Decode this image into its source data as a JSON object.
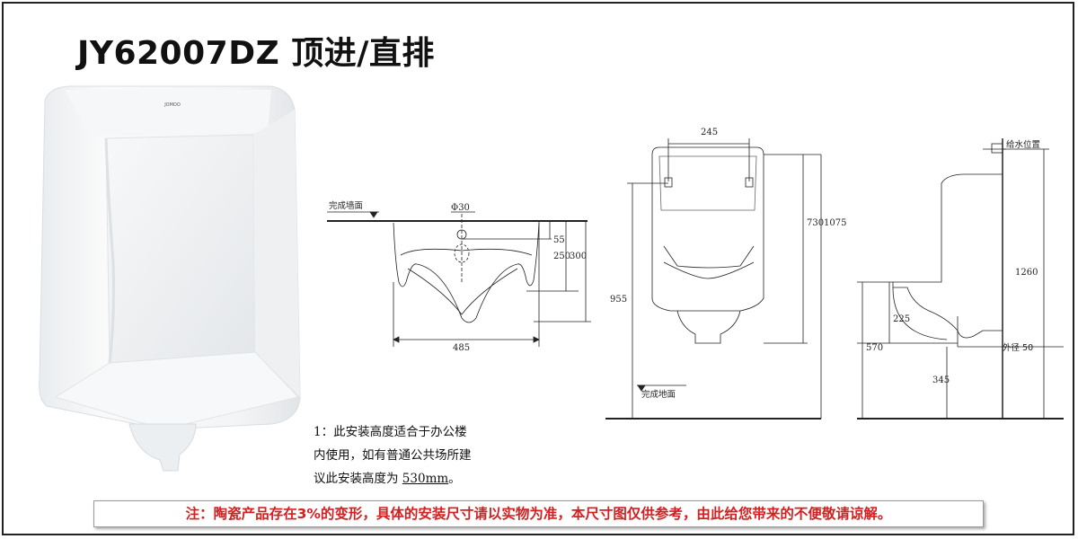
{
  "title": "JY62007DZ 顶进/直排",
  "product_logo": "JOMOO",
  "front_view": {
    "wall_label": "完成墙面",
    "pipe_label": "Φ30",
    "dim_55": "55",
    "dim_250": "250",
    "dim_300": "300",
    "dim_485": "485"
  },
  "elevation_view": {
    "dim_245": "245",
    "dim_730": "730",
    "dim_1075": "1075",
    "dim_955": "955",
    "floor_label": "完成地面"
  },
  "side_view": {
    "water_supply_label": "给水位置",
    "dim_1260": "1260",
    "dim_225": "225",
    "dim_570": "570",
    "dim_345": "345",
    "outer_diameter_label": "外径 50"
  },
  "note": {
    "line1": "1：此安装高度适合于办公楼",
    "line2": "内使用，如有普通公共场所建",
    "line3_prefix": "议此安装高度为 ",
    "line3_value": "530mm",
    "line3_suffix": "。"
  },
  "warning": "注：陶瓷产品存在3%的变形，具体的安装尺寸请以实物为准，本尺寸图仅供参考，由此给您带来的不便敬请谅解。"
}
